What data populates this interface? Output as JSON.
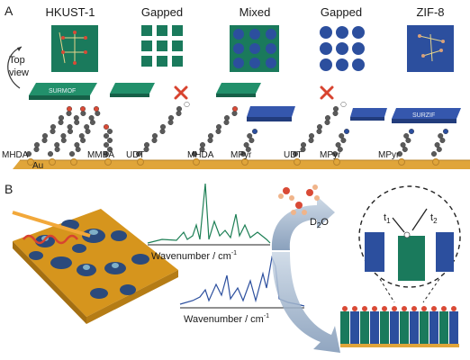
{
  "panel_a": {
    "label": "A",
    "side_label": [
      "Top",
      "view"
    ],
    "headers": [
      "HKUST-1",
      "Gapped",
      "Mixed",
      "Gapped",
      "ZIF-8"
    ],
    "slab_labels": [
      "SURMOF",
      "SURZIF"
    ],
    "molecule_labels": [
      "MHDA",
      "Au",
      "MMBA",
      "UDT",
      "MHDA",
      "MPyr",
      "UDT",
      "MPyr",
      "MPyr"
    ]
  },
  "panel_b": {
    "label": "B",
    "spectrum_axis_label": "Wavenumber / cm",
    "spectrum_axis_sup": "-1",
    "d2o": "D",
    "d2o_sub": "2",
    "d2o_tail": "O",
    "t1": "t",
    "t1_sub": "1",
    "t2": "t",
    "t2_sub": "2"
  },
  "colors": {
    "surmof_green": "#1a7a5c",
    "surzif_blue": "#2c4f9e",
    "gold": "#e0a53a",
    "chain_gray": "#5a5a5a",
    "oxygen_red": "#d94a36",
    "cross_red": "#d8432f"
  }
}
